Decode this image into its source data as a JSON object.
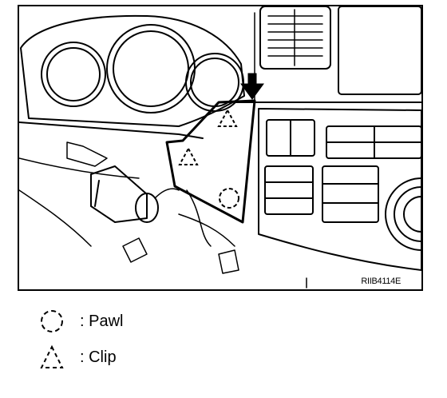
{
  "figure": {
    "code": "RIIB4114E"
  },
  "legend": [
    {
      "symbol": "dashed-circle-icon",
      "label": ": Pawl"
    },
    {
      "symbol": "dashed-triangle-icon",
      "label": ": Clip"
    }
  ]
}
